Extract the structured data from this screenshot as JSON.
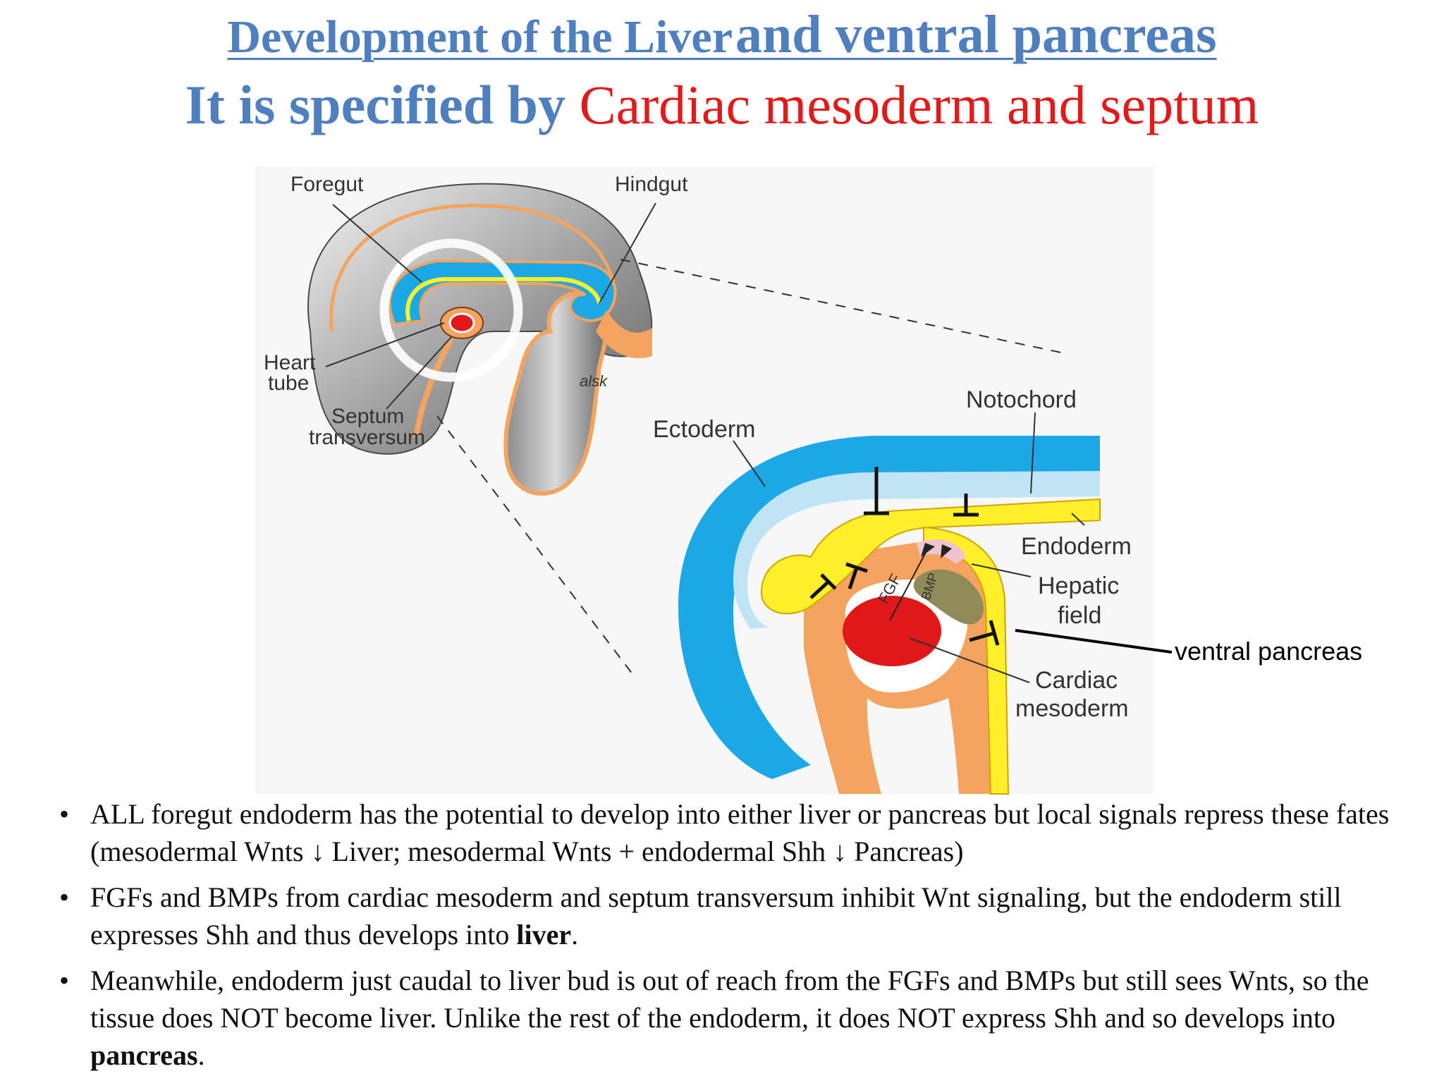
{
  "title": {
    "line1_part1": "Development of the Liver",
    "line1_part2": "and ventral pancreas",
    "line2_blue": "It is specified by",
    "line2_red": "Cardiac mesoderm and septum"
  },
  "figure": {
    "labels": {
      "foregut": "Foregut",
      "hindgut": "Hindgut",
      "heart": "Heart",
      "tube": "tube",
      "septum": "Septum",
      "transversum": "transversum",
      "signature": "alsk",
      "ectoderm": "Ectoderm",
      "notochord": "Notochord",
      "endoderm": "Endoderm",
      "hepatic": "Hepatic",
      "field": "field",
      "cardiac": "Cardiac",
      "mesoderm": "mesoderm",
      "fgf": "FGF",
      "bmp": "BMP",
      "ventral_pancreas": "ventral pancreas"
    },
    "colors": {
      "neural_blue": "#1ca8e6",
      "light_blue": "#bfe4f3",
      "endoderm_yellow": "#fff02a",
      "mesoderm_orange": "#f4a45e",
      "heart_red": "#e01818",
      "hepatic_olive": "#8f8a58",
      "bmp_pink": "#f1c3cf"
    }
  },
  "bullets": [
    {
      "text": "ALL foregut endoderm has the potential to develop into either liver or pancreas but local signals repress these fates (mesodermal Wnts ↓ Liver;  mesodermal Wnts + endodermal Shh ↓ Pancreas)"
    },
    {
      "text_before": "FGFs and BMPs from cardiac mesoderm and septum transversum inhibit Wnt signaling, but the endoderm still expresses Shh and thus develops into ",
      "bold": "liver",
      "text_after": "."
    },
    {
      "text_before": "Meanwhile, endoderm just caudal to liver bud is out of reach from the FGFs and BMPs but still sees Wnts, so the tissue does NOT become liver.   Unlike the rest of the endoderm, it does NOT express Shh and so develops into ",
      "bold": "pancreas",
      "text_after": "."
    }
  ]
}
